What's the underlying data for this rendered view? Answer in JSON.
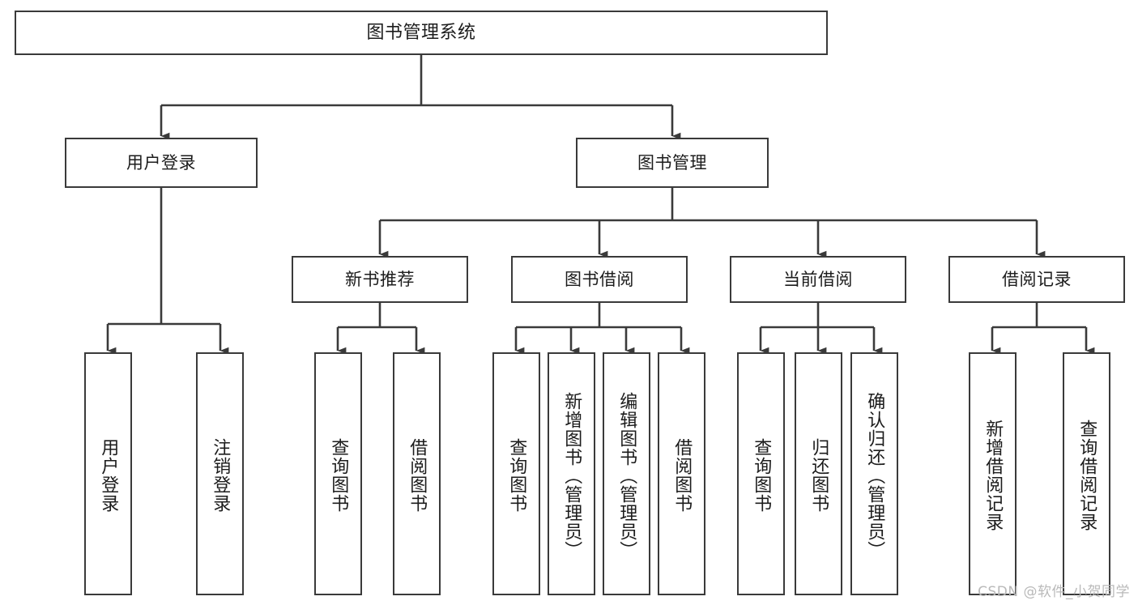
{
  "diagram": {
    "title": "图书管理系统",
    "type": "tree",
    "orientation": "top-down",
    "colors": {
      "box_border": "#3a3a3a",
      "box_fill": "#ffffff",
      "connector": "#3a3a3a",
      "text": "#1c1c1c",
      "watermark": "#b9b9b9",
      "background": "#ffffff"
    },
    "root": {
      "label": "图书管理系统"
    },
    "level2": [
      {
        "label": "用户登录"
      },
      {
        "label": "图书管理"
      }
    ],
    "level3": [
      {
        "label": "新书推荐"
      },
      {
        "label": "图书借阅"
      },
      {
        "label": "当前借阅"
      },
      {
        "label": "借阅记录"
      }
    ],
    "leaves": {
      "user_login": [
        {
          "label": "用户登录"
        },
        {
          "label": "注销登录"
        }
      ],
      "new_book_recommend": [
        {
          "label": "查询图书"
        },
        {
          "label": "借阅图书"
        }
      ],
      "book_borrow": [
        {
          "label": "查询图书"
        },
        {
          "label": "新增图书（管理员）"
        },
        {
          "label": "编辑图书（管理员）"
        },
        {
          "label": "借阅图书"
        }
      ],
      "current_borrow": [
        {
          "label": "查询图书"
        },
        {
          "label": "归还图书"
        },
        {
          "label": "确认归还（管理员）"
        }
      ],
      "borrow_record": [
        {
          "label": "新增借阅记录"
        },
        {
          "label": "查询借阅记录"
        }
      ]
    }
  },
  "watermark": {
    "text": "CSDN @软件_小贺同学"
  }
}
